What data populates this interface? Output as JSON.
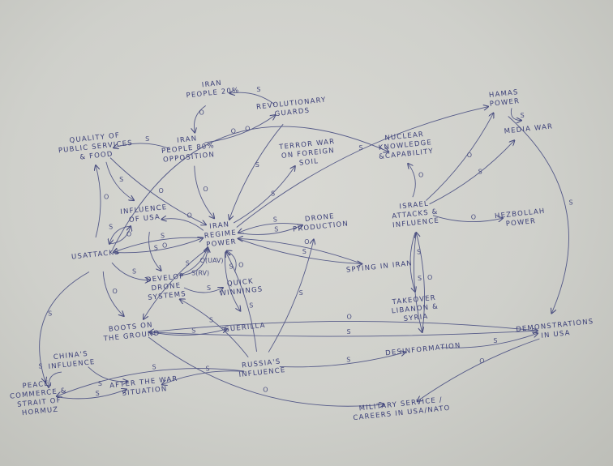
{
  "nodes": [
    {
      "id": "iran20",
      "lines": [
        "Iran",
        "People 20%"
      ]
    },
    {
      "id": "revguards",
      "lines": [
        "Revolutionary",
        "Guards"
      ]
    },
    {
      "id": "quality",
      "lines": [
        "Quality of",
        "public services",
        "& food"
      ]
    },
    {
      "id": "iran80",
      "lines": [
        "Iran",
        "People 80%",
        "opposition"
      ]
    },
    {
      "id": "terror",
      "lines": [
        "Terror war",
        "on foreign",
        "soil"
      ]
    },
    {
      "id": "nuclear",
      "lines": [
        "Nuclear",
        "knowledge",
        "&capability"
      ]
    },
    {
      "id": "hamas",
      "lines": [
        "Hamas",
        "power"
      ]
    },
    {
      "id": "media",
      "lines": [
        "Media war"
      ]
    },
    {
      "id": "influence",
      "lines": [
        "Influence",
        "of USA"
      ]
    },
    {
      "id": "regime",
      "lines": [
        "Iran",
        "Regime",
        "Power"
      ]
    },
    {
      "id": "drone",
      "lines": [
        "Drone",
        "production"
      ]
    },
    {
      "id": "israel",
      "lines": [
        "Israel",
        "attacks &",
        "influence"
      ]
    },
    {
      "id": "hezbollah",
      "lines": [
        "Hezbollah",
        "power"
      ]
    },
    {
      "id": "usattacks",
      "lines": [
        "USattacks"
      ]
    },
    {
      "id": "spying",
      "lines": [
        "Spying in Iran"
      ]
    },
    {
      "id": "develop",
      "lines": [
        "Develop",
        "drone",
        "systems"
      ]
    },
    {
      "id": "quick",
      "lines": [
        "Quick",
        "winnings"
      ]
    },
    {
      "id": "takeover",
      "lines": [
        "Takeover",
        "Libanon &",
        "Syria"
      ]
    },
    {
      "id": "boots",
      "lines": [
        "Boots on",
        "the ground"
      ]
    },
    {
      "id": "guerilla",
      "lines": [
        "Guerilla"
      ]
    },
    {
      "id": "demos",
      "lines": [
        "Demonstrations",
        "in USA"
      ]
    },
    {
      "id": "disinfo",
      "lines": [
        "Desinformation"
      ]
    },
    {
      "id": "china",
      "lines": [
        "China's",
        "influence"
      ]
    },
    {
      "id": "russia",
      "lines": [
        "Russia's",
        "influence"
      ]
    },
    {
      "id": "peace",
      "lines": [
        "Peace,",
        "commerce &",
        "strait of",
        "Hormuz"
      ]
    },
    {
      "id": "afterwar",
      "lines": [
        "After the war",
        "situation"
      ]
    },
    {
      "id": "military",
      "lines": [
        "Military service /",
        "careers in USA/NATO"
      ]
    }
  ],
  "edges": [
    {
      "from": "revguards",
      "to": "iran20",
      "label": "S"
    },
    {
      "from": "iran20",
      "to": "iran80",
      "label": "O"
    },
    {
      "from": "iran80",
      "to": "revguards",
      "label": "O"
    },
    {
      "from": "iran80",
      "to": "quality",
      "label": "S"
    },
    {
      "from": "revguards",
      "to": "regime",
      "label": "S"
    },
    {
      "from": "quality",
      "to": "regime",
      "label": "O"
    },
    {
      "from": "iran80",
      "to": "regime",
      "label": "O"
    },
    {
      "from": "regime",
      "to": "terror",
      "label": "S"
    },
    {
      "from": "quality",
      "to": "influence",
      "label": "S"
    },
    {
      "from": "usattacks",
      "to": "quality",
      "label": "O"
    },
    {
      "from": "regime",
      "to": "influence",
      "label": "O"
    },
    {
      "from": "influence",
      "to": "usattacks",
      "label": "S"
    },
    {
      "from": "usattacks",
      "to": "influence",
      "label": "O"
    },
    {
      "from": "regime",
      "to": "usattacks",
      "label": "S"
    },
    {
      "from": "usattacks",
      "to": "regime",
      "label": "O"
    },
    {
      "from": "usattacks",
      "to": "develop",
      "label": "S"
    },
    {
      "from": "usattacks",
      "to": "boots",
      "label": "O"
    },
    {
      "from": "influence",
      "to": "develop",
      "label": "S"
    },
    {
      "from": "develop",
      "to": "regime",
      "label": "O(UAV)"
    },
    {
      "from": "develop",
      "to": "regime",
      "label": "S(RV)"
    },
    {
      "from": "regime",
      "to": "drone",
      "label": "S"
    },
    {
      "from": "drone",
      "to": "regime",
      "label": "S"
    },
    {
      "from": "regime",
      "to": "spying",
      "label": "S"
    },
    {
      "from": "spying",
      "to": "regime",
      "label": "O"
    },
    {
      "from": "quick",
      "to": "regime",
      "label": "O"
    },
    {
      "from": "regime",
      "to": "guerilla",
      "label": "S"
    },
    {
      "from": "regime",
      "to": "boots",
      "label": "S"
    },
    {
      "from": "boots",
      "to": "guerilla",
      "label": "S"
    },
    {
      "from": "develop",
      "to": "quick",
      "label": "S"
    },
    {
      "from": "russia",
      "to": "regime",
      "label": "S"
    },
    {
      "from": "russia",
      "to": "develop",
      "label": "S"
    },
    {
      "from": "russia",
      "to": "drone",
      "label": "S"
    },
    {
      "from": "russia",
      "to": "afterwar",
      "label": "S"
    },
    {
      "from": "russia",
      "to": "peace",
      "label": "S"
    },
    {
      "from": "russia",
      "to": "disinfo",
      "label": "S"
    },
    {
      "from": "china",
      "to": "peace",
      "label": "S"
    },
    {
      "from": "china",
      "to": "afterwar",
      "label": "S"
    },
    {
      "from": "peace",
      "to": "afterwar",
      "label": "S"
    },
    {
      "from": "israel",
      "to": "nuclear",
      "label": "O"
    },
    {
      "from": "israel",
      "to": "hamas",
      "label": "O"
    },
    {
      "from": "israel",
      "to": "media",
      "label": "S"
    },
    {
      "from": "israel",
      "to": "hezbollah",
      "label": "O"
    },
    {
      "from": "israel",
      "to": "takeover",
      "label": "S"
    },
    {
      "from": "israel",
      "to": "disinfo",
      "label": "S"
    },
    {
      "from": "disinfo",
      "to": "israel",
      "label": "O"
    },
    {
      "from": "hamas",
      "to": "media",
      "label": "S"
    },
    {
      "from": "usattacks",
      "to": "nuclear",
      "label": "O"
    },
    {
      "from": "hamas",
      "to": "demos",
      "label": "S"
    },
    {
      "from": "disinfo",
      "to": "demos",
      "label": "S"
    },
    {
      "from": "boots",
      "to": "demos",
      "label": "S"
    },
    {
      "from": "demos",
      "to": "military",
      "label": "O"
    },
    {
      "from": "boots",
      "to": "military",
      "label": "O"
    },
    {
      "from": "regime",
      "to": "hamas",
      "label": "S"
    },
    {
      "from": "usattacks",
      "to": "peace",
      "label": "S"
    },
    {
      "from": "demos",
      "to": "boots",
      "label": "O"
    }
  ],
  "colors": {
    "ink": "#3b3f78",
    "paper": "#d3d4cf"
  }
}
